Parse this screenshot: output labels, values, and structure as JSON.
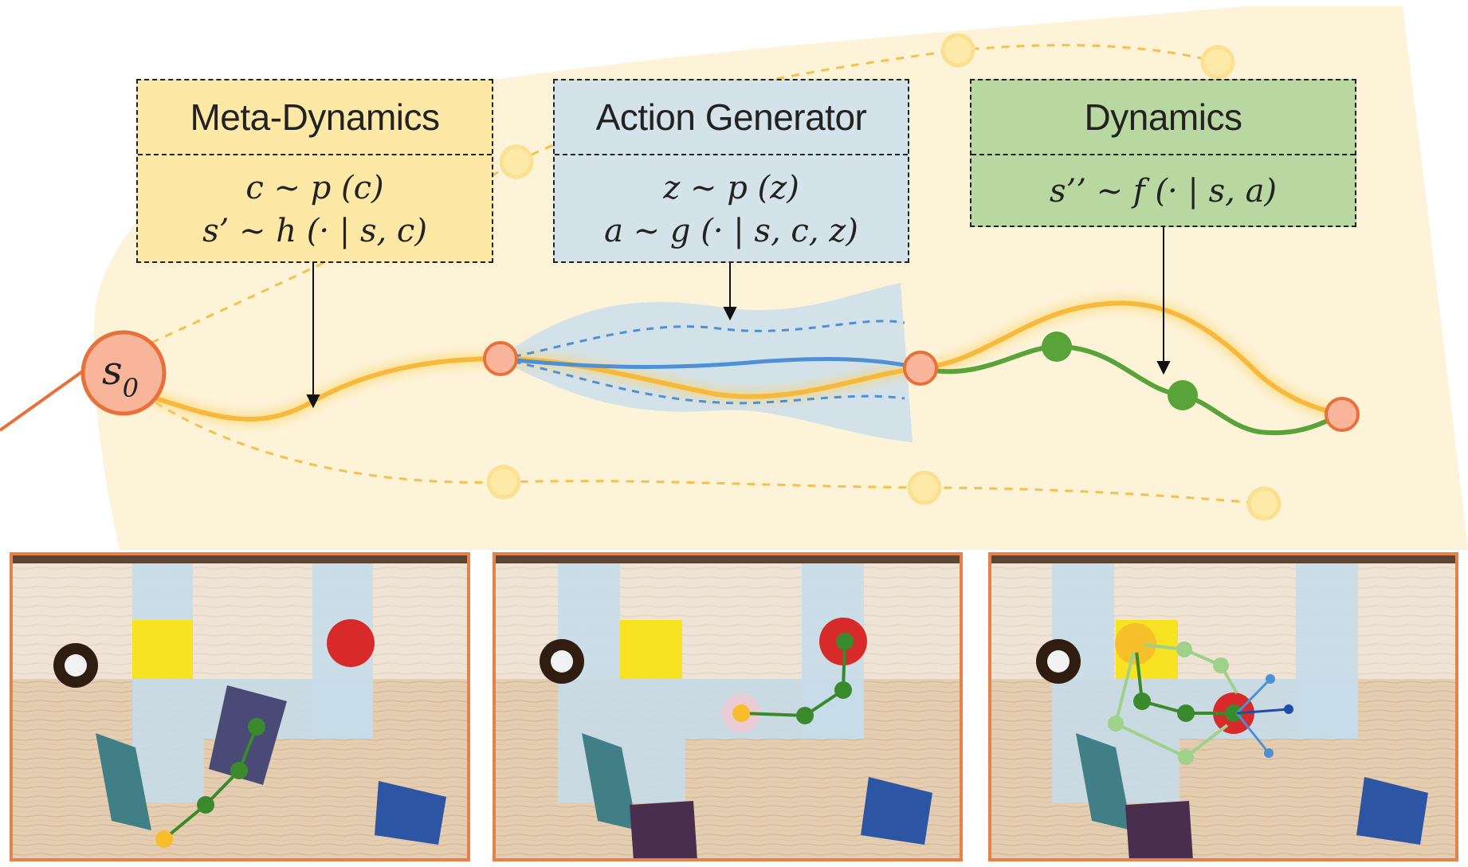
{
  "boxes": {
    "meta": {
      "title": "Meta-Dynamics",
      "line1": "c ∼ p (c)",
      "line2": "s’ ∼ h (· | s, c)"
    },
    "action": {
      "title": "Action Generator",
      "line1": "z ∼ p (z)",
      "line2": "a ∼ g (· | s, c, z)"
    },
    "dyn": {
      "title": "Dynamics",
      "line1": "s’’ ∼ f (· | s, a)"
    }
  },
  "start_state": {
    "symbol": "s",
    "subscript": "0"
  },
  "colors": {
    "envelope": "#fdf3d9",
    "trajectory": "#f6b93b",
    "state_node_fill": "#f8b59a",
    "state_node_stroke": "#e8713b",
    "alt_state": "#fde9a8",
    "action_band": "#d3e1e9",
    "action_line": "#4d90d6",
    "dynamics_line": "#5aa33b",
    "panel_border": "#e8804a"
  }
}
